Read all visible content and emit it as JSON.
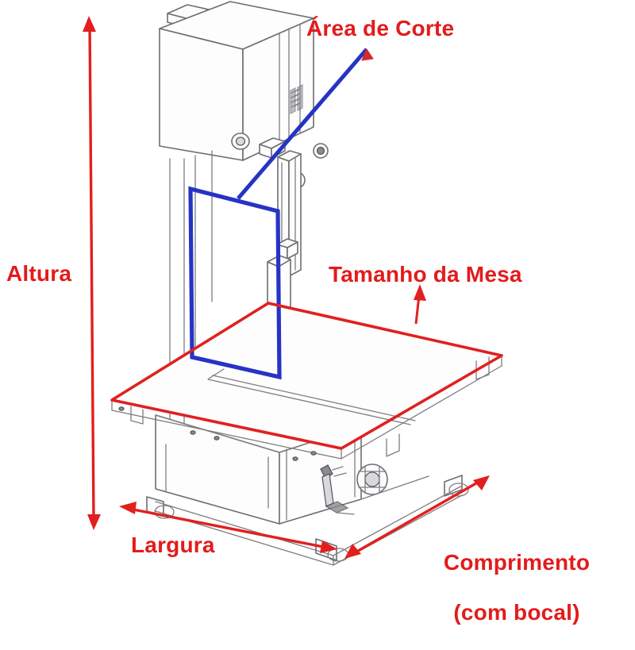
{
  "diagram": {
    "title": "Serra fita - dimensoes",
    "background_color": "#ffffff",
    "label_color": "#e31b1b",
    "dimension_line_color": "#e21f1f",
    "cut_area_color": "#2633c4",
    "table_outline_color": "#e02020",
    "machine_line_color": "#6e6e72"
  },
  "labels": {
    "area_de_corte": "Área de Corte",
    "altura": "Altura",
    "tamanho_da_mesa": "Tamanho da Mesa",
    "largura": "Largura",
    "comprimento_line1": "Comprimento",
    "comprimento_line2": "(com bocal)"
  },
  "annotations": [
    {
      "name": "area-de-corte",
      "label": "Área de Corte",
      "color": "#2633c4",
      "marker": "blue-parallelogram",
      "leader": "diagonal-line-with-arrow"
    },
    {
      "name": "altura",
      "label": "Altura",
      "color": "#e21f1f",
      "marker": "vertical-double-arrow"
    },
    {
      "name": "tamanho-da-mesa",
      "label": "Tamanho da Mesa",
      "color": "#e02020",
      "marker": "red-table-outline",
      "leader": "arrow-to-table-edge"
    },
    {
      "name": "largura",
      "label": "Largura",
      "color": "#e21f1f",
      "marker": "double-arrow-front-left"
    },
    {
      "name": "comprimento",
      "label": "Comprimento (com bocal)",
      "color": "#e21f1f",
      "marker": "double-arrow-front-right"
    }
  ],
  "machine": {
    "name": "band-saw",
    "parts": [
      "upper-housing",
      "top-knob",
      "top-cover-box",
      "blade-guide-column",
      "blade",
      "work-table",
      "table-splitter-rail",
      "base-cabinet",
      "handwheel",
      "switch-and-cable",
      "feet"
    ]
  }
}
